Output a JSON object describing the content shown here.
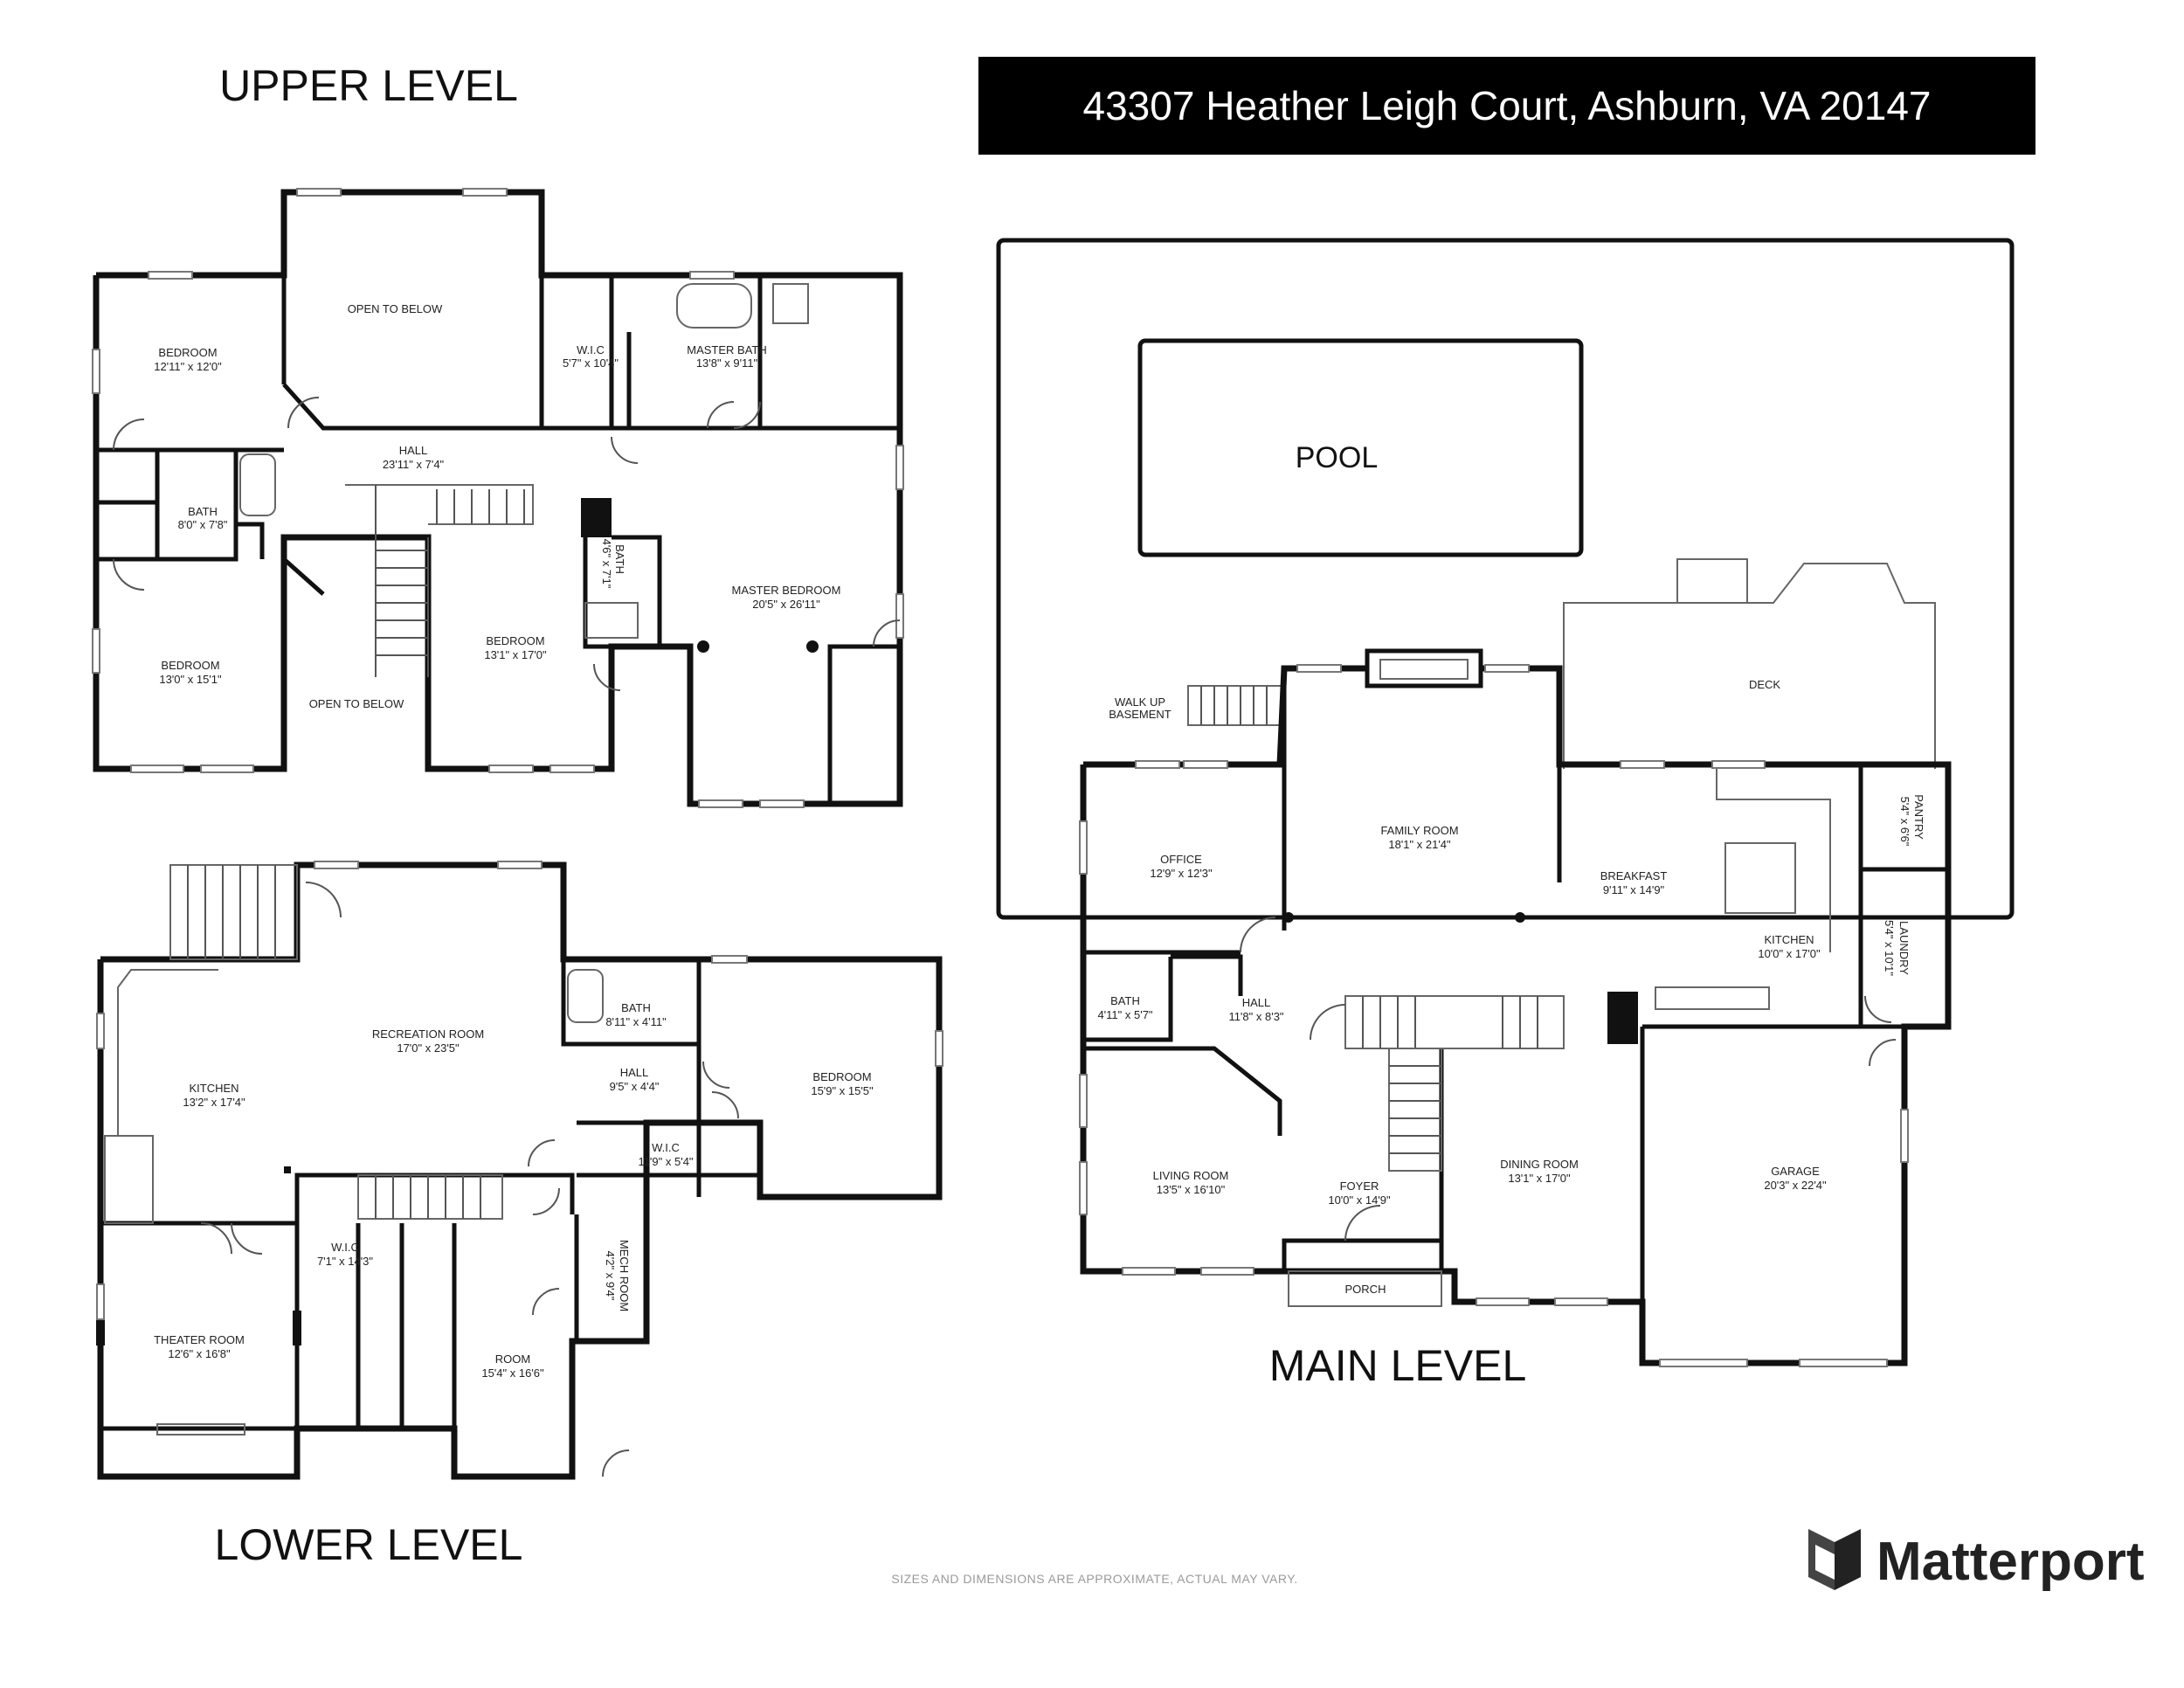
{
  "address": "43307 Heather Leigh Court, Ashburn, VA 20147",
  "levels": {
    "upper": "UPPER LEVEL",
    "main": "MAIN LEVEL",
    "lower": "LOWER LEVEL"
  },
  "upper_rooms": [
    {
      "name": "BEDROOM",
      "dim": "12'11\" x 12'0\""
    },
    {
      "name": "OPEN TO BELOW",
      "dim": ""
    },
    {
      "name": "W.I.C",
      "dim": "5'7\" x 10'4\""
    },
    {
      "name": "MASTER BATH",
      "dim": "13'8\" x 9'11\""
    },
    {
      "name": "HALL",
      "dim": "23'11\" x 7'4\""
    },
    {
      "name": "BATH",
      "dim": "8'0\" x 7'8\""
    },
    {
      "name": "BATH",
      "dim": "4'6\" x 7'1\""
    },
    {
      "name": "MASTER BEDROOM",
      "dim": "20'5\" x 26'11\""
    },
    {
      "name": "BEDROOM",
      "dim": "13'1\" x 17'0\""
    },
    {
      "name": "BEDROOM",
      "dim": "13'0\" x 15'1\""
    },
    {
      "name": "OPEN TO BELOW",
      "dim": ""
    }
  ],
  "main_rooms": [
    {
      "name": "POOL",
      "dim": ""
    },
    {
      "name": "DECK",
      "dim": ""
    },
    {
      "name": "WALK UP",
      "dim": "BASEMENT"
    },
    {
      "name": "FAMILY ROOM",
      "dim": "18'1\" x 21'4\""
    },
    {
      "name": "OFFICE",
      "dim": "12'9\" x 12'3\""
    },
    {
      "name": "BREAKFAST",
      "dim": "9'11\" x 14'9\""
    },
    {
      "name": "PANTRY",
      "dim": "5'4\" x 6'6\""
    },
    {
      "name": "KITCHEN",
      "dim": "10'0\" x 17'0\""
    },
    {
      "name": "LAUNDRY",
      "dim": "5'4\" x 10'1\""
    },
    {
      "name": "BATH",
      "dim": "4'11\" x 5'7\""
    },
    {
      "name": "HALL",
      "dim": "11'8\" x 8'3\""
    },
    {
      "name": "LIVING ROOM",
      "dim": "13'5\" x 16'10\""
    },
    {
      "name": "FOYER",
      "dim": "10'0\" x 14'9\""
    },
    {
      "name": "DINING ROOM",
      "dim": "13'1\" x 17'0\""
    },
    {
      "name": "GARAGE",
      "dim": "20'3\" x 22'4\""
    },
    {
      "name": "PORCH",
      "dim": ""
    }
  ],
  "lower_rooms": [
    {
      "name": "RECREATION ROOM",
      "dim": "17'0\" x 23'5\""
    },
    {
      "name": "BATH",
      "dim": "8'11\" x 4'11\""
    },
    {
      "name": "KITCHEN",
      "dim": "13'2\" x 17'4\""
    },
    {
      "name": "HALL",
      "dim": "9'5\" x 4'4\""
    },
    {
      "name": "BEDROOM",
      "dim": "15'9\" x 15'5\""
    },
    {
      "name": "W.I.C",
      "dim": "11'9\" x 5'4\""
    },
    {
      "name": "W.I.C",
      "dim": "7'1\" x 14'3\""
    },
    {
      "name": "MECH ROOM",
      "dim": "4'2\" x 9'4\""
    },
    {
      "name": "THEATER ROOM",
      "dim": "12'6\" x 16'8\""
    },
    {
      "name": "ROOM",
      "dim": "15'4\" x 16'6\""
    }
  ],
  "disclaimer": "SIZES AND DIMENSIONS ARE APPROXIMATE, ACTUAL MAY VARY.",
  "brand": {
    "name": "Matterport",
    "logo_icon": "matterport-logo-icon",
    "color": "#222222"
  },
  "colors": {
    "walls": "#111111",
    "banner": "#000000",
    "background": "#ffffff"
  }
}
